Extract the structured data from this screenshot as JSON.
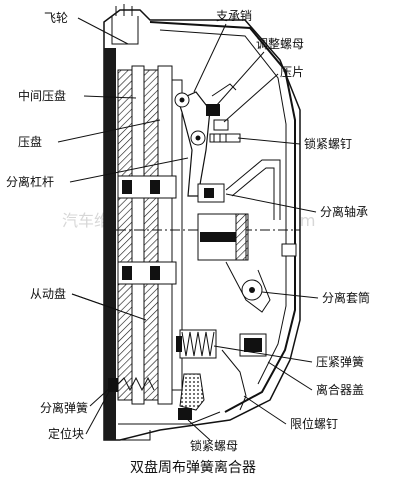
{
  "labels": {
    "flywheel": "飞轮",
    "support_pin": "支承销",
    "adjust_nut": "调整螺母",
    "press_plate": "压片",
    "middle_pressure_plate": "中间压盘",
    "pressure_plate": "压盘",
    "lock_bolt": "锁紧螺钉",
    "release_lever": "分离杠杆",
    "release_bearing": "分离轴承",
    "driven_disc": "从动盘",
    "release_sleeve": "分离套筒",
    "compression_spring": "压紧弹簧",
    "clutch_cover": "离合器盖",
    "release_spring": "分离弹簧",
    "limit_bolt": "限位螺钉",
    "locating_block": "定位块",
    "lock_nut": "锁紧螺母"
  },
  "caption": "双盘周布弹簧离合器",
  "watermark": "汽车维修技术网 www.qcwxjs.com"
}
